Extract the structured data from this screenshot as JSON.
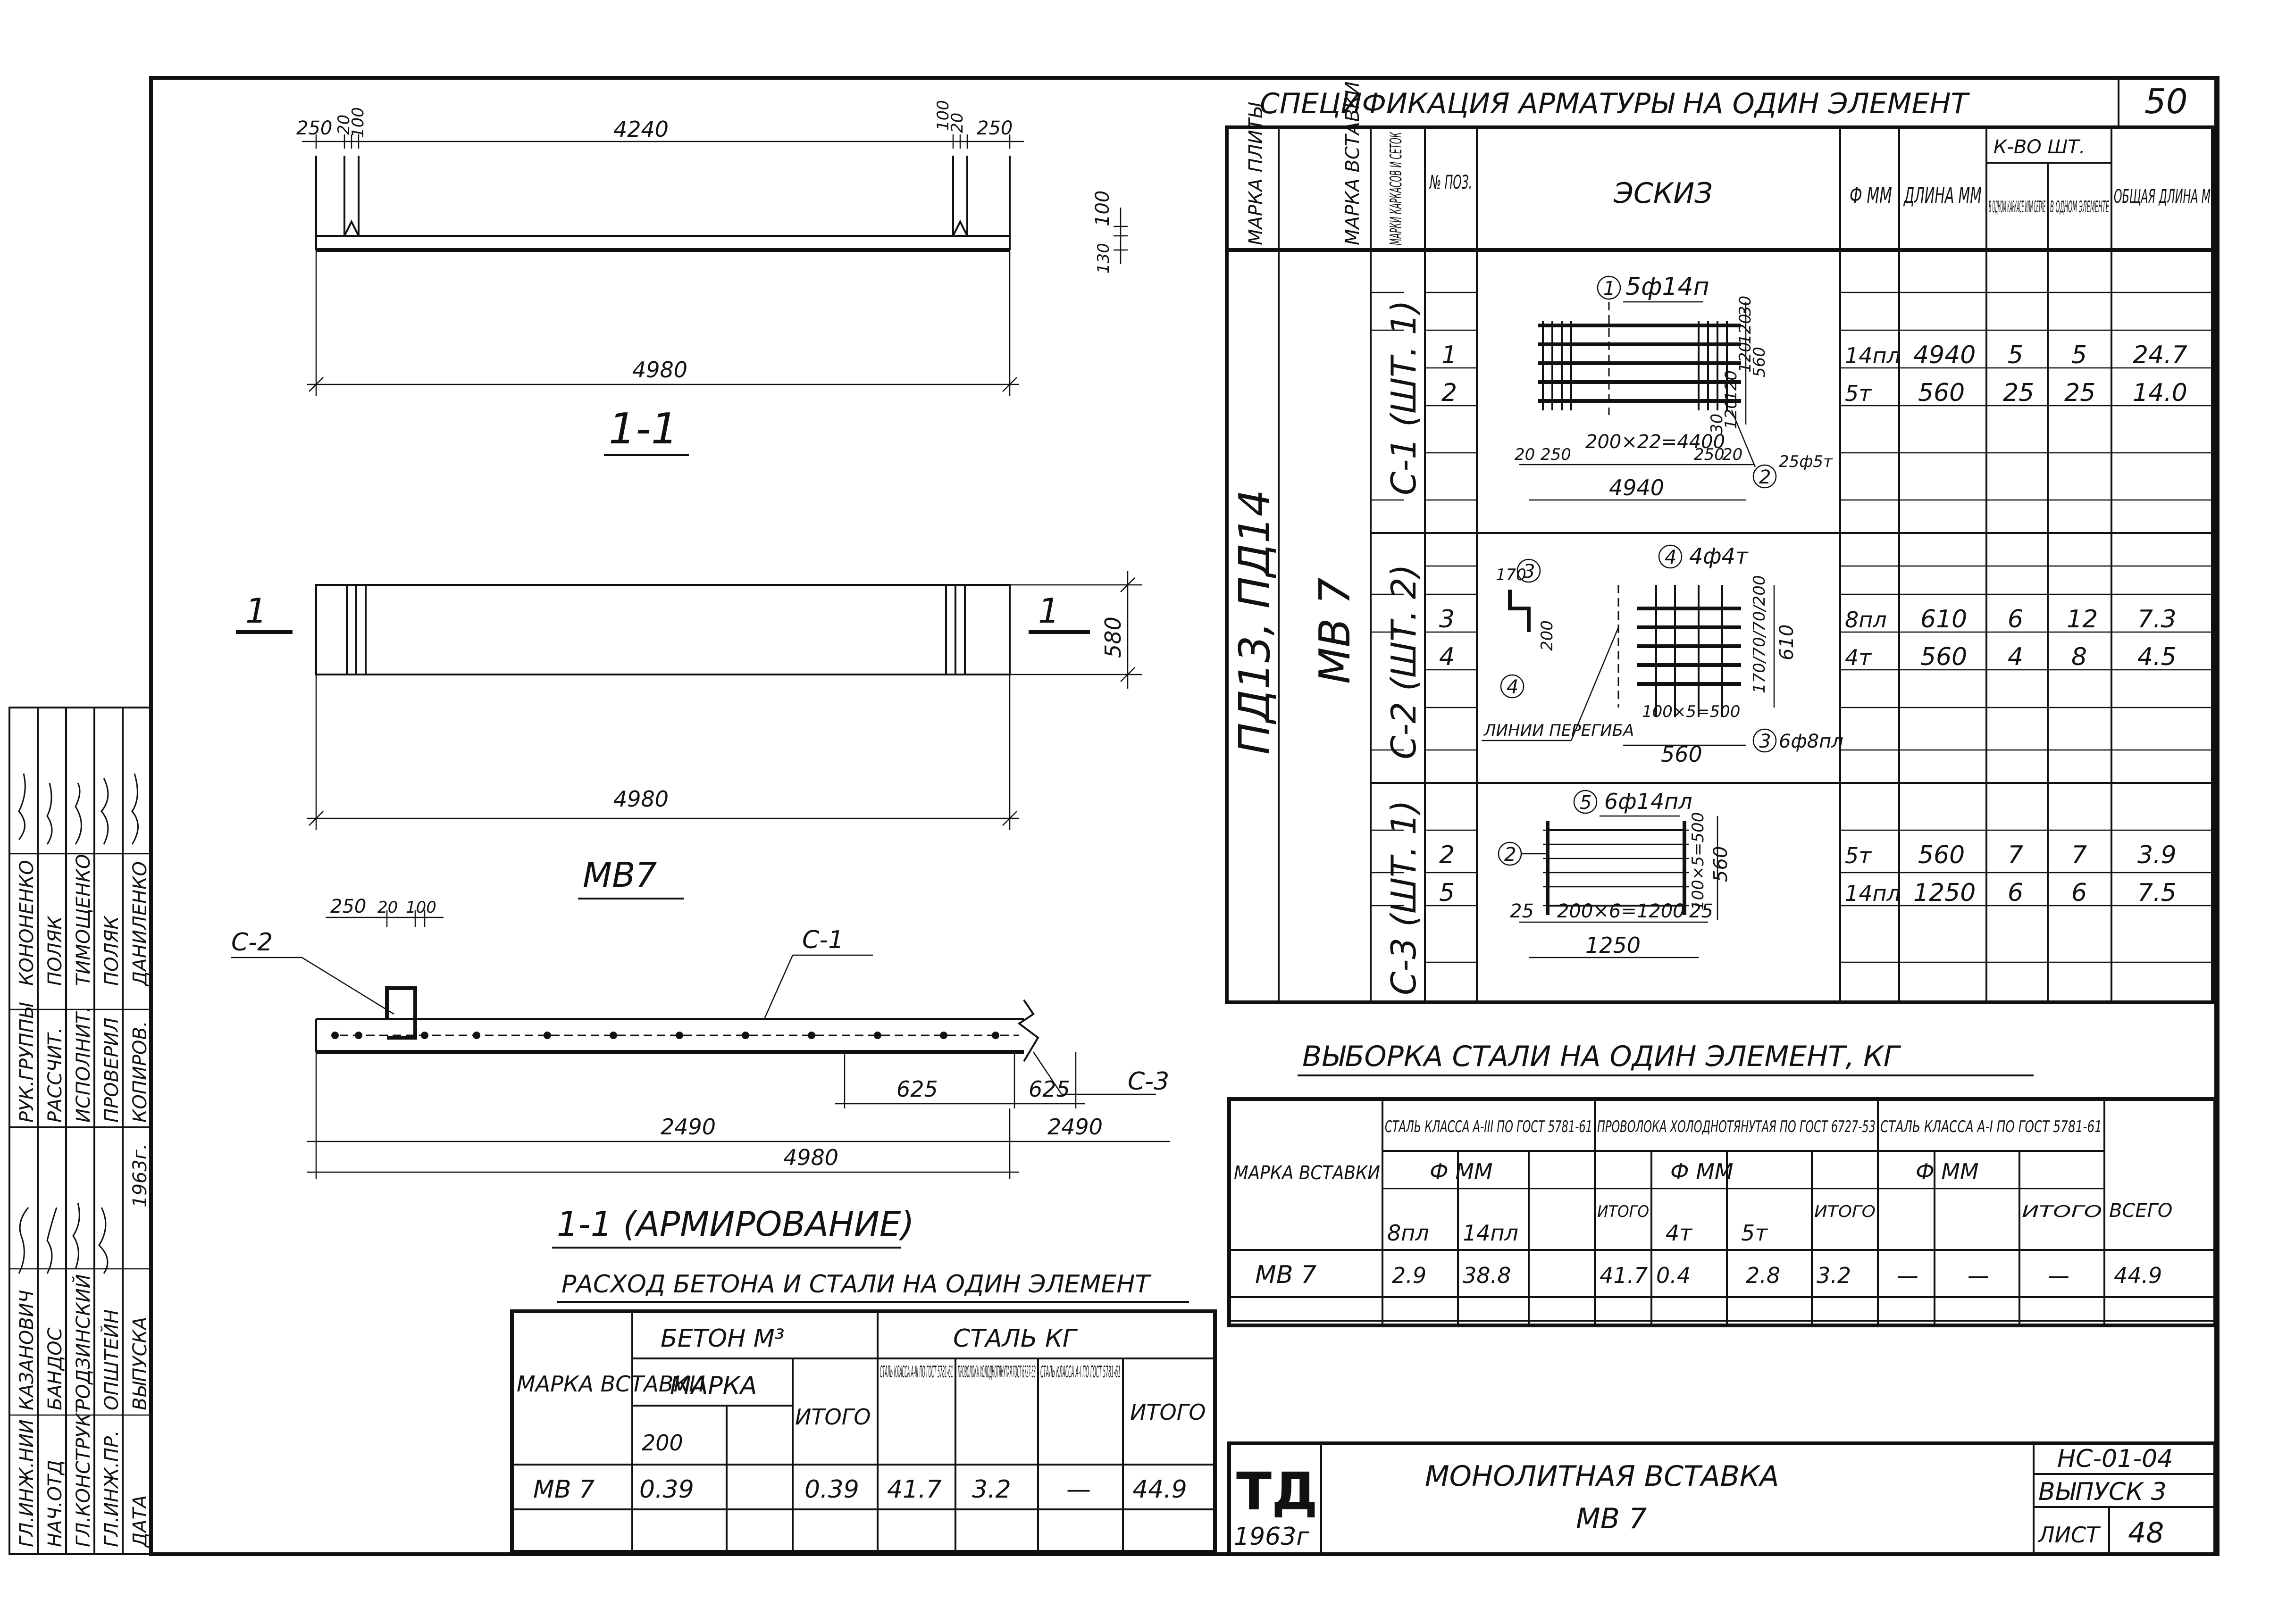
{
  "sheet_number": "50",
  "top_plan": {
    "dims_left": [
      "250",
      "20",
      "100"
    ],
    "dims_right": [
      "100",
      "20",
      "250"
    ],
    "dim_top": "4240",
    "dim_right_v": [
      "100",
      "130"
    ],
    "dim_bottom": "4980",
    "caption": "1-1"
  },
  "plan_view": {
    "cut_left": "1",
    "cut_right": "1",
    "height": "580",
    "length": "4980"
  },
  "section": {
    "title": "МВ7",
    "dims_top": [
      "250",
      "20",
      "100"
    ],
    "label_c2": "С-2",
    "label_c1": "С-1",
    "label_c3": "С-3",
    "dim_625a": "625",
    "dim_625b": "625",
    "dim_2490a": "2490",
    "dim_2490b": "2490",
    "dim_4980": "4980",
    "caption": "1-1 (АРМИРОВАНИЕ)"
  },
  "side_stamp": {
    "rows": [
      [
        "ГЛ.ИНЖ.НИИ",
        "КАЗАНОВИЧ"
      ],
      [
        "НАЧ.ОТД",
        "БАНДОС"
      ],
      [
        "ГЛ.КОНСТРУКТ",
        "РОДЗИНСКИЙ"
      ],
      [
        "ГЛ.ИНЖ.ПР.",
        "ОПШТЕЙН"
      ],
      [
        "ДАТА",
        "ВЫПУСКА"
      ],
      [
        "РУК.ГРУППЫ",
        "КОНОНЕНКО"
      ],
      [
        "РАССЧИТ.",
        "ПОЛЯК"
      ],
      [
        "ИСПОЛНИТ.",
        "ТИМОЩЕНКО"
      ],
      [
        "ПРОВЕРИЛ",
        "ПОЛЯК"
      ],
      [
        "КОПИРОВ.",
        "ДАНИЛЕНКО"
      ]
    ],
    "date": "1963г."
  },
  "spec": {
    "title": "СПЕЦИФИКАЦИЯ АРМАТУРЫ НА ОДИН ЭЛЕМЕНТ",
    "headers": {
      "marka_plity": "МАРКА ПЛИТЫ",
      "marka_vstavki": "МАРКА ВСТАВКИ",
      "marka_karkasov": "МАРКИ КАРКАСОВ И СЕТОК",
      "pos": "№ ПОЗ.",
      "eskiz": "ЭСКИЗ",
      "phi": "Ф ММ",
      "dlina": "ДЛИНА ММ",
      "kolvo": "К-ВО ШТ.",
      "kolvo_a": "В ОДНОМ КАРКАСЕ ИЛИ СЕТКЕ",
      "kolvo_b": "В ОДНОМ ЭЛЕМЕНТЕ",
      "obshaya": "ОБЩАЯ ДЛИНА М"
    },
    "plita": "ПД13, ПД14",
    "vstavka": "МВ 7",
    "groups": [
      {
        "karkas": "С-1 (ШТ. 1)",
        "rows": [
          {
            "pos": "1",
            "phi": "14пл",
            "dlina": "4940",
            "a": "5",
            "b": "5",
            "obsh": "24.7"
          },
          {
            "pos": "2",
            "phi": "5т",
            "dlina": "560",
            "a": "25",
            "b": "25",
            "obsh": "14.0"
          }
        ],
        "sketch": {
          "call1": "1",
          "bar1": "5ф14п",
          "call2": "2",
          "bar2": "25ф5т",
          "bottom": "200×22=4400",
          "total": "4940",
          "ends": [
            "20",
            "250",
            "250",
            "20"
          ],
          "side": [
            "30",
            "120",
            "120",
            "120",
            "120",
            "30"
          ],
          "height": "560"
        }
      },
      {
        "karkas": "С-2 (ШТ. 2)",
        "rows": [
          {
            "pos": "3",
            "phi": "8пл",
            "dlina": "610",
            "a": "6",
            "b": "12",
            "obsh": "7.3"
          },
          {
            "pos": "4",
            "phi": "4т",
            "dlina": "560",
            "a": "4",
            "b": "8",
            "obsh": "4.5"
          }
        ],
        "sketch": {
          "call3": "3",
          "call4": "4",
          "bar4": "4ф4т",
          "bar3": "6ф8пл",
          "dim170": "170",
          "dim200": "200",
          "bend": "ЛИНИИ ПЕРЕГИБА",
          "bottom": "100×5=500",
          "total": "560",
          "height": "610",
          "side": "170/70/70/200"
        }
      },
      {
        "karkas": "С-3 (ШТ. 1)",
        "rows": [
          {
            "pos": "2",
            "phi": "5т",
            "dlina": "560",
            "a": "7",
            "b": "7",
            "obsh": "3.9"
          },
          {
            "pos": "5",
            "phi": "14пл",
            "dlina": "1250",
            "a": "6",
            "b": "6",
            "obsh": "7.5"
          }
        ],
        "sketch": {
          "call5": "5",
          "bar5": "6ф14пл",
          "call2": "2",
          "bottom": "200×6=1200",
          "total": "1250",
          "ends": [
            "25",
            "25"
          ],
          "side": "100×5=500",
          "height": "560"
        }
      }
    ]
  },
  "steel_sample": {
    "title": "ВЫБОРКА СТАЛИ НА ОДИН ЭЛЕМЕНТ, КГ",
    "col_marka": "МАРКА ВСТАВКИ",
    "group1": "СТАЛЬ КЛАССА А-III ПО ГОСТ 5781-61",
    "group2": "ПРОВОЛОКА ХОЛОДНОТЯНУТАЯ ПО ГОСТ 6727-53",
    "group3": "СТАЛЬ КЛАССА А-I ПО ГОСТ 5781-61",
    "phi_mm": "Ф ММ",
    "itogo": "ИТОГО",
    "vsego": "ВСЕГО",
    "sub": [
      "8пл",
      "14пл",
      "4т",
      "5т"
    ],
    "row": [
      "МВ 7",
      "2.9",
      "38.8",
      "41.7",
      "0.4",
      "2.8",
      "3.2",
      "—",
      "—",
      "—",
      "44.9"
    ]
  },
  "concrete": {
    "title": "РАСХОД БЕТОНА И СТАЛИ НА ОДИН ЭЛЕМЕНТ",
    "col_marka": "МАРКА ВСТАВКИ",
    "beton": "БЕТОН М³",
    "beton_marka": "МАРКА",
    "beton_200": "200",
    "itogo": "ИТОГО",
    "stal": "СТАЛЬ КГ",
    "stal_a": "СТАЛЬ КЛАССА А-III ПО ГОСТ 5781-61",
    "stal_b": "ПРОВОЛОКА ХОЛОДНОТЯНУТАЯ ГОСТ 6727-53",
    "stal_c": "СТАЛЬ КЛАССА А-I ПО ГОСТ 5781-61",
    "row": [
      "МВ 7",
      "0.39",
      "0.39",
      "41.7",
      "3.2",
      "—",
      "44.9"
    ]
  },
  "title_block": {
    "logo": "ТД",
    "year": "1963г",
    "name": "МОНОЛИТНАЯ ВСТАВКА",
    "name2": "МВ 7",
    "code": "НС-01-04",
    "issue": "ВЫПУСК 3",
    "sheet_label": "ЛИСТ",
    "sheet": "48"
  }
}
